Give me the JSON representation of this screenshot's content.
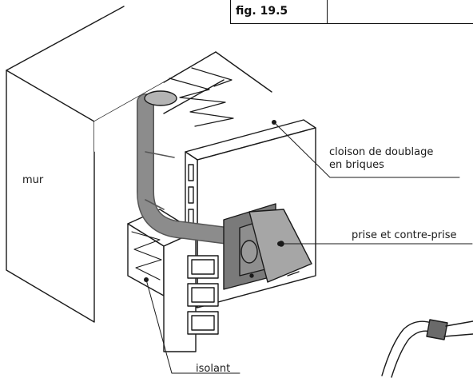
{
  "figure": {
    "number": "fig. 19.5"
  },
  "labels": {
    "mur": "mur",
    "cloison_line1": "cloison de doublage",
    "cloison_line2": "en briques",
    "prise": "prise et contre-prise",
    "isolant": "isolant"
  },
  "colors": {
    "outline": "#1a1a1a",
    "wall_face": "#ffffff",
    "pipe": "#8c8c8c",
    "pipe_dark": "#6a6a6a",
    "socket_body": "#7a7a7a",
    "socket_flap": "#a6a6a6",
    "leader": "#1a1a1a"
  }
}
